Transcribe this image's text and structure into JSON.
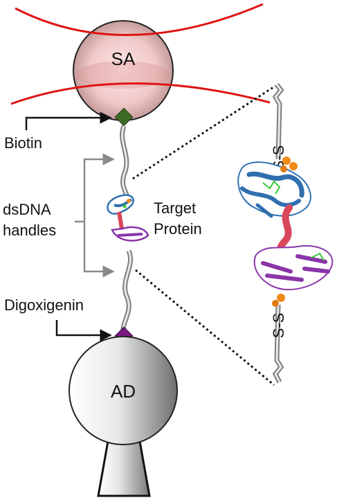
{
  "beads": {
    "top_label": "SA",
    "bottom_label": "AD"
  },
  "labels": {
    "biotin": "Biotin",
    "dsdna_line1": "dsDNA",
    "dsdna_line2": "handles",
    "target_line1": "Target",
    "target_line2": "Protein",
    "digoxigenin": "Digoxigenin",
    "disulfide_top": "S-S",
    "disulfide_bottom": "S-S"
  },
  "colors": {
    "laser": "#e01414",
    "biotin_marker": "#3d6b24",
    "digoxigenin_marker": "#7a1a80",
    "dna_handle": "#9a9a9a",
    "protein_blue": "#2f6fb0",
    "protein_red": "#d9485a",
    "protein_purple": "#8a35a8",
    "sulfur_orange": "#f08a18",
    "ligand_green": "#33cc33"
  }
}
